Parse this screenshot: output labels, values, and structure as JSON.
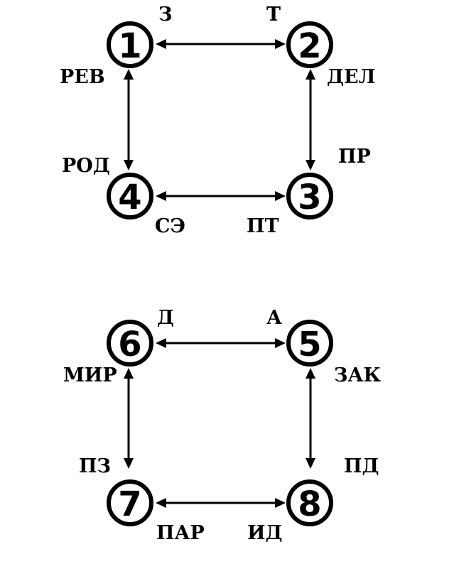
{
  "diagrams": [
    {
      "nodes": [
        {
          "id": "n1",
          "number": "1"
        },
        {
          "id": "n2",
          "number": "2"
        },
        {
          "id": "n3",
          "number": "3"
        },
        {
          "id": "n4",
          "number": "4"
        }
      ],
      "edges": [
        {
          "from": "n1",
          "to": "n2"
        },
        {
          "from": "n2",
          "to": "n3"
        },
        {
          "from": "n4",
          "to": "n3"
        },
        {
          "from": "n1",
          "to": "n4"
        }
      ],
      "labels": [
        "З",
        "Т",
        "РЕВ",
        "ДЕЛ",
        "ПР",
        "РОД",
        "СЭ",
        "ПТ"
      ]
    },
    {
      "nodes": [
        {
          "id": "n6",
          "number": "6"
        },
        {
          "id": "n5",
          "number": "5"
        },
        {
          "id": "n7",
          "number": "7"
        },
        {
          "id": "n8",
          "number": "8"
        }
      ],
      "edges": [
        {
          "from": "n6",
          "to": "n5"
        },
        {
          "from": "n5",
          "to": "n8"
        },
        {
          "from": "n7",
          "to": "n8"
        },
        {
          "from": "n6",
          "to": "n7"
        }
      ],
      "labels": [
        "Д",
        "А",
        "МИР",
        "ЗАК",
        "ПЗ",
        "ПД",
        "ПАР",
        "ИД"
      ]
    }
  ]
}
